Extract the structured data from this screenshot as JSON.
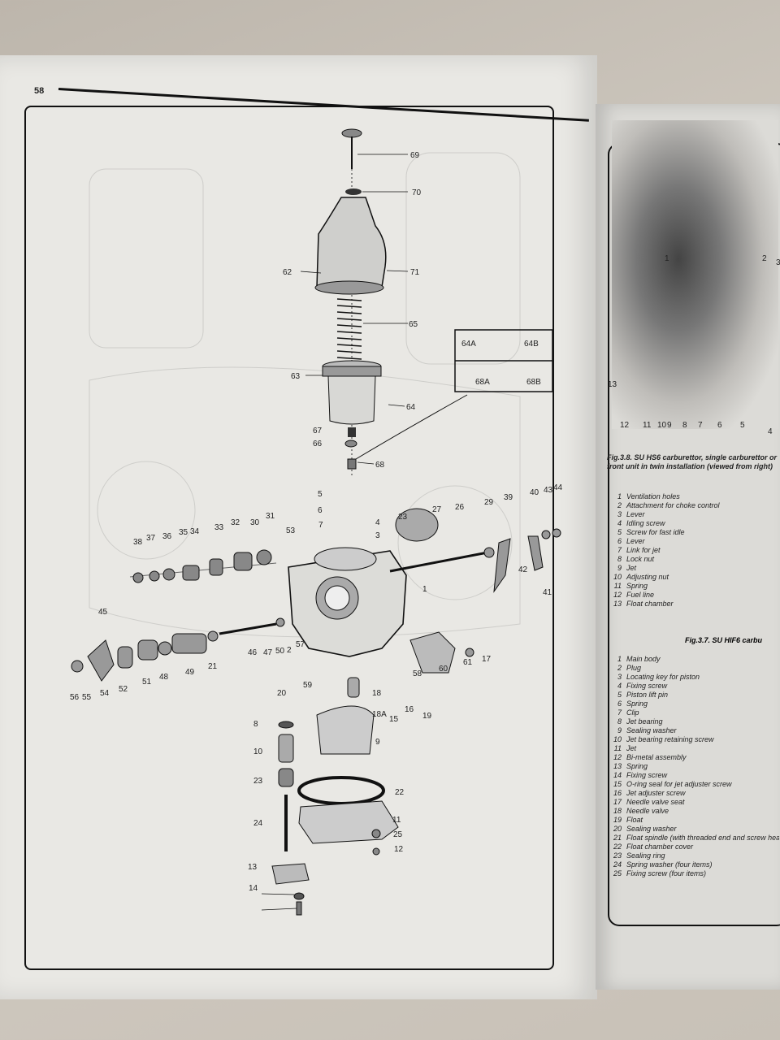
{
  "page_number": "58",
  "diagram_labels": [
    "69",
    "70",
    "71",
    "62",
    "65",
    "63",
    "64",
    "67",
    "66",
    "68",
    "64A",
    "64B",
    "68A",
    "68B",
    "5",
    "6",
    "7",
    "4",
    "3",
    "23",
    "27",
    "26",
    "29",
    "39",
    "40",
    "43",
    "44",
    "38",
    "37",
    "36",
    "35",
    "34",
    "33",
    "32",
    "30",
    "31",
    "1",
    "42",
    "41",
    "53",
    "45",
    "46",
    "47",
    "50",
    "2",
    "57",
    "56",
    "55",
    "54",
    "52",
    "51",
    "48",
    "49",
    "21",
    "20",
    "59",
    "58",
    "60",
    "61",
    "17",
    "18",
    "18A",
    "15",
    "16",
    "19",
    "9",
    "8",
    "10",
    "23",
    "22",
    "11",
    "24",
    "25",
    "12",
    "13",
    "14"
  ],
  "photo_numbers": [
    "1",
    "2",
    "3",
    "13",
    "12",
    "11",
    "10",
    "9",
    "8",
    "7",
    "6",
    "5",
    "4"
  ],
  "fig38_caption": "Fig.3.8. SU HS6 carburettor, single carburettor or front unit in twin installation (viewed from right)",
  "fig38_legend": [
    {
      "n": "1",
      "t": "Ventilation holes"
    },
    {
      "n": "2",
      "t": "Attachment for choke control"
    },
    {
      "n": "3",
      "t": "Lever"
    },
    {
      "n": "4",
      "t": "Idling screw"
    },
    {
      "n": "5",
      "t": "Screw for fast idle"
    },
    {
      "n": "6",
      "t": "Lever"
    },
    {
      "n": "7",
      "t": "Link for jet"
    },
    {
      "n": "8",
      "t": "Lock nut"
    },
    {
      "n": "9",
      "t": "Jet"
    },
    {
      "n": "10",
      "t": "Adjusting nut"
    },
    {
      "n": "11",
      "t": "Spring"
    },
    {
      "n": "12",
      "t": "Fuel line"
    },
    {
      "n": "13",
      "t": "Float chamber"
    }
  ],
  "fig37_caption": "Fig.3.7. SU HIF6 carbu",
  "fig37_legend": [
    {
      "n": "1",
      "t": "Main body"
    },
    {
      "n": "2",
      "t": "Plug"
    },
    {
      "n": "3",
      "t": "Locating key for piston"
    },
    {
      "n": "4",
      "t": "Fixing screw"
    },
    {
      "n": "5",
      "t": "Piston lift pin"
    },
    {
      "n": "6",
      "t": "Spring"
    },
    {
      "n": "7",
      "t": "Clip"
    },
    {
      "n": "8",
      "t": "Jet bearing"
    },
    {
      "n": "9",
      "t": "Sealing washer"
    },
    {
      "n": "10",
      "t": "Jet bearing retaining screw"
    },
    {
      "n": "11",
      "t": "Jet"
    },
    {
      "n": "12",
      "t": "Bi-metal assembly"
    },
    {
      "n": "13",
      "t": "Spring"
    },
    {
      "n": "14",
      "t": "Fixing screw"
    },
    {
      "n": "15",
      "t": "O-ring seal for jet adjuster screw"
    },
    {
      "n": "16",
      "t": "Jet adjuster screw"
    },
    {
      "n": "17",
      "t": "Needle valve seat"
    },
    {
      "n": "18",
      "t": "Needle valve"
    },
    {
      "n": "19",
      "t": "Float"
    },
    {
      "n": "20",
      "t": "Sealing washer"
    },
    {
      "n": "21",
      "t": "Float spindle (with threaded end and screw head)"
    },
    {
      "n": "22",
      "t": "Float chamber cover"
    },
    {
      "n": "23",
      "t": "Sealing ring"
    },
    {
      "n": "24",
      "t": "Spring washer (four items)"
    },
    {
      "n": "25",
      "t": "Fixing screw (four items)"
    }
  ]
}
